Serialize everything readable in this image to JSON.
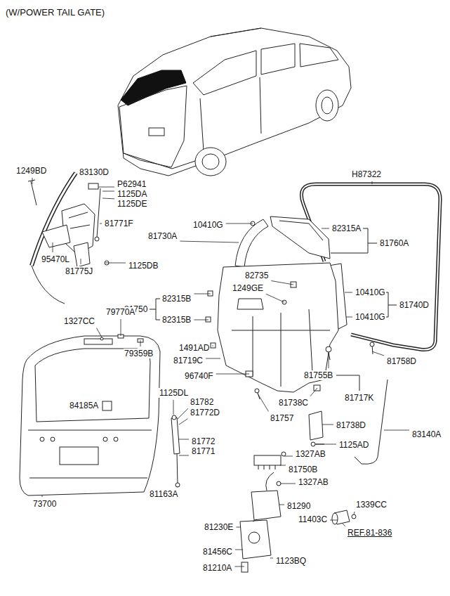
{
  "diagram": {
    "title": "(W/POWER TAIL GATE)",
    "labels": [
      "1249BD",
      "83130D",
      "P62941",
      "1125DA",
      "1125DE",
      "81771F",
      "95470L",
      "81775J",
      "1125DB",
      "H87322",
      "10410G",
      "81730A",
      "82315A",
      "81760A",
      "82735",
      "81750",
      "82315B",
      "1249GE",
      "82315B",
      "10410G",
      "81740D",
      "10410G",
      "79770A",
      "1327CC",
      "79359B",
      "1491AD",
      "81719C",
      "81758D",
      "96740F",
      "81755B",
      "81738C",
      "81717K",
      "81757",
      "1125DL",
      "81782",
      "84185A",
      "81772D",
      "81738D",
      "83140A",
      "81772",
      "81771",
      "1125AD",
      "1327AB",
      "81750B",
      "1327AB",
      "81163A",
      "73700",
      "81290",
      "1339CC",
      "11403C",
      "81230E",
      "REF.81-836",
      "81456C",
      "1123BQ",
      "81210A"
    ]
  }
}
